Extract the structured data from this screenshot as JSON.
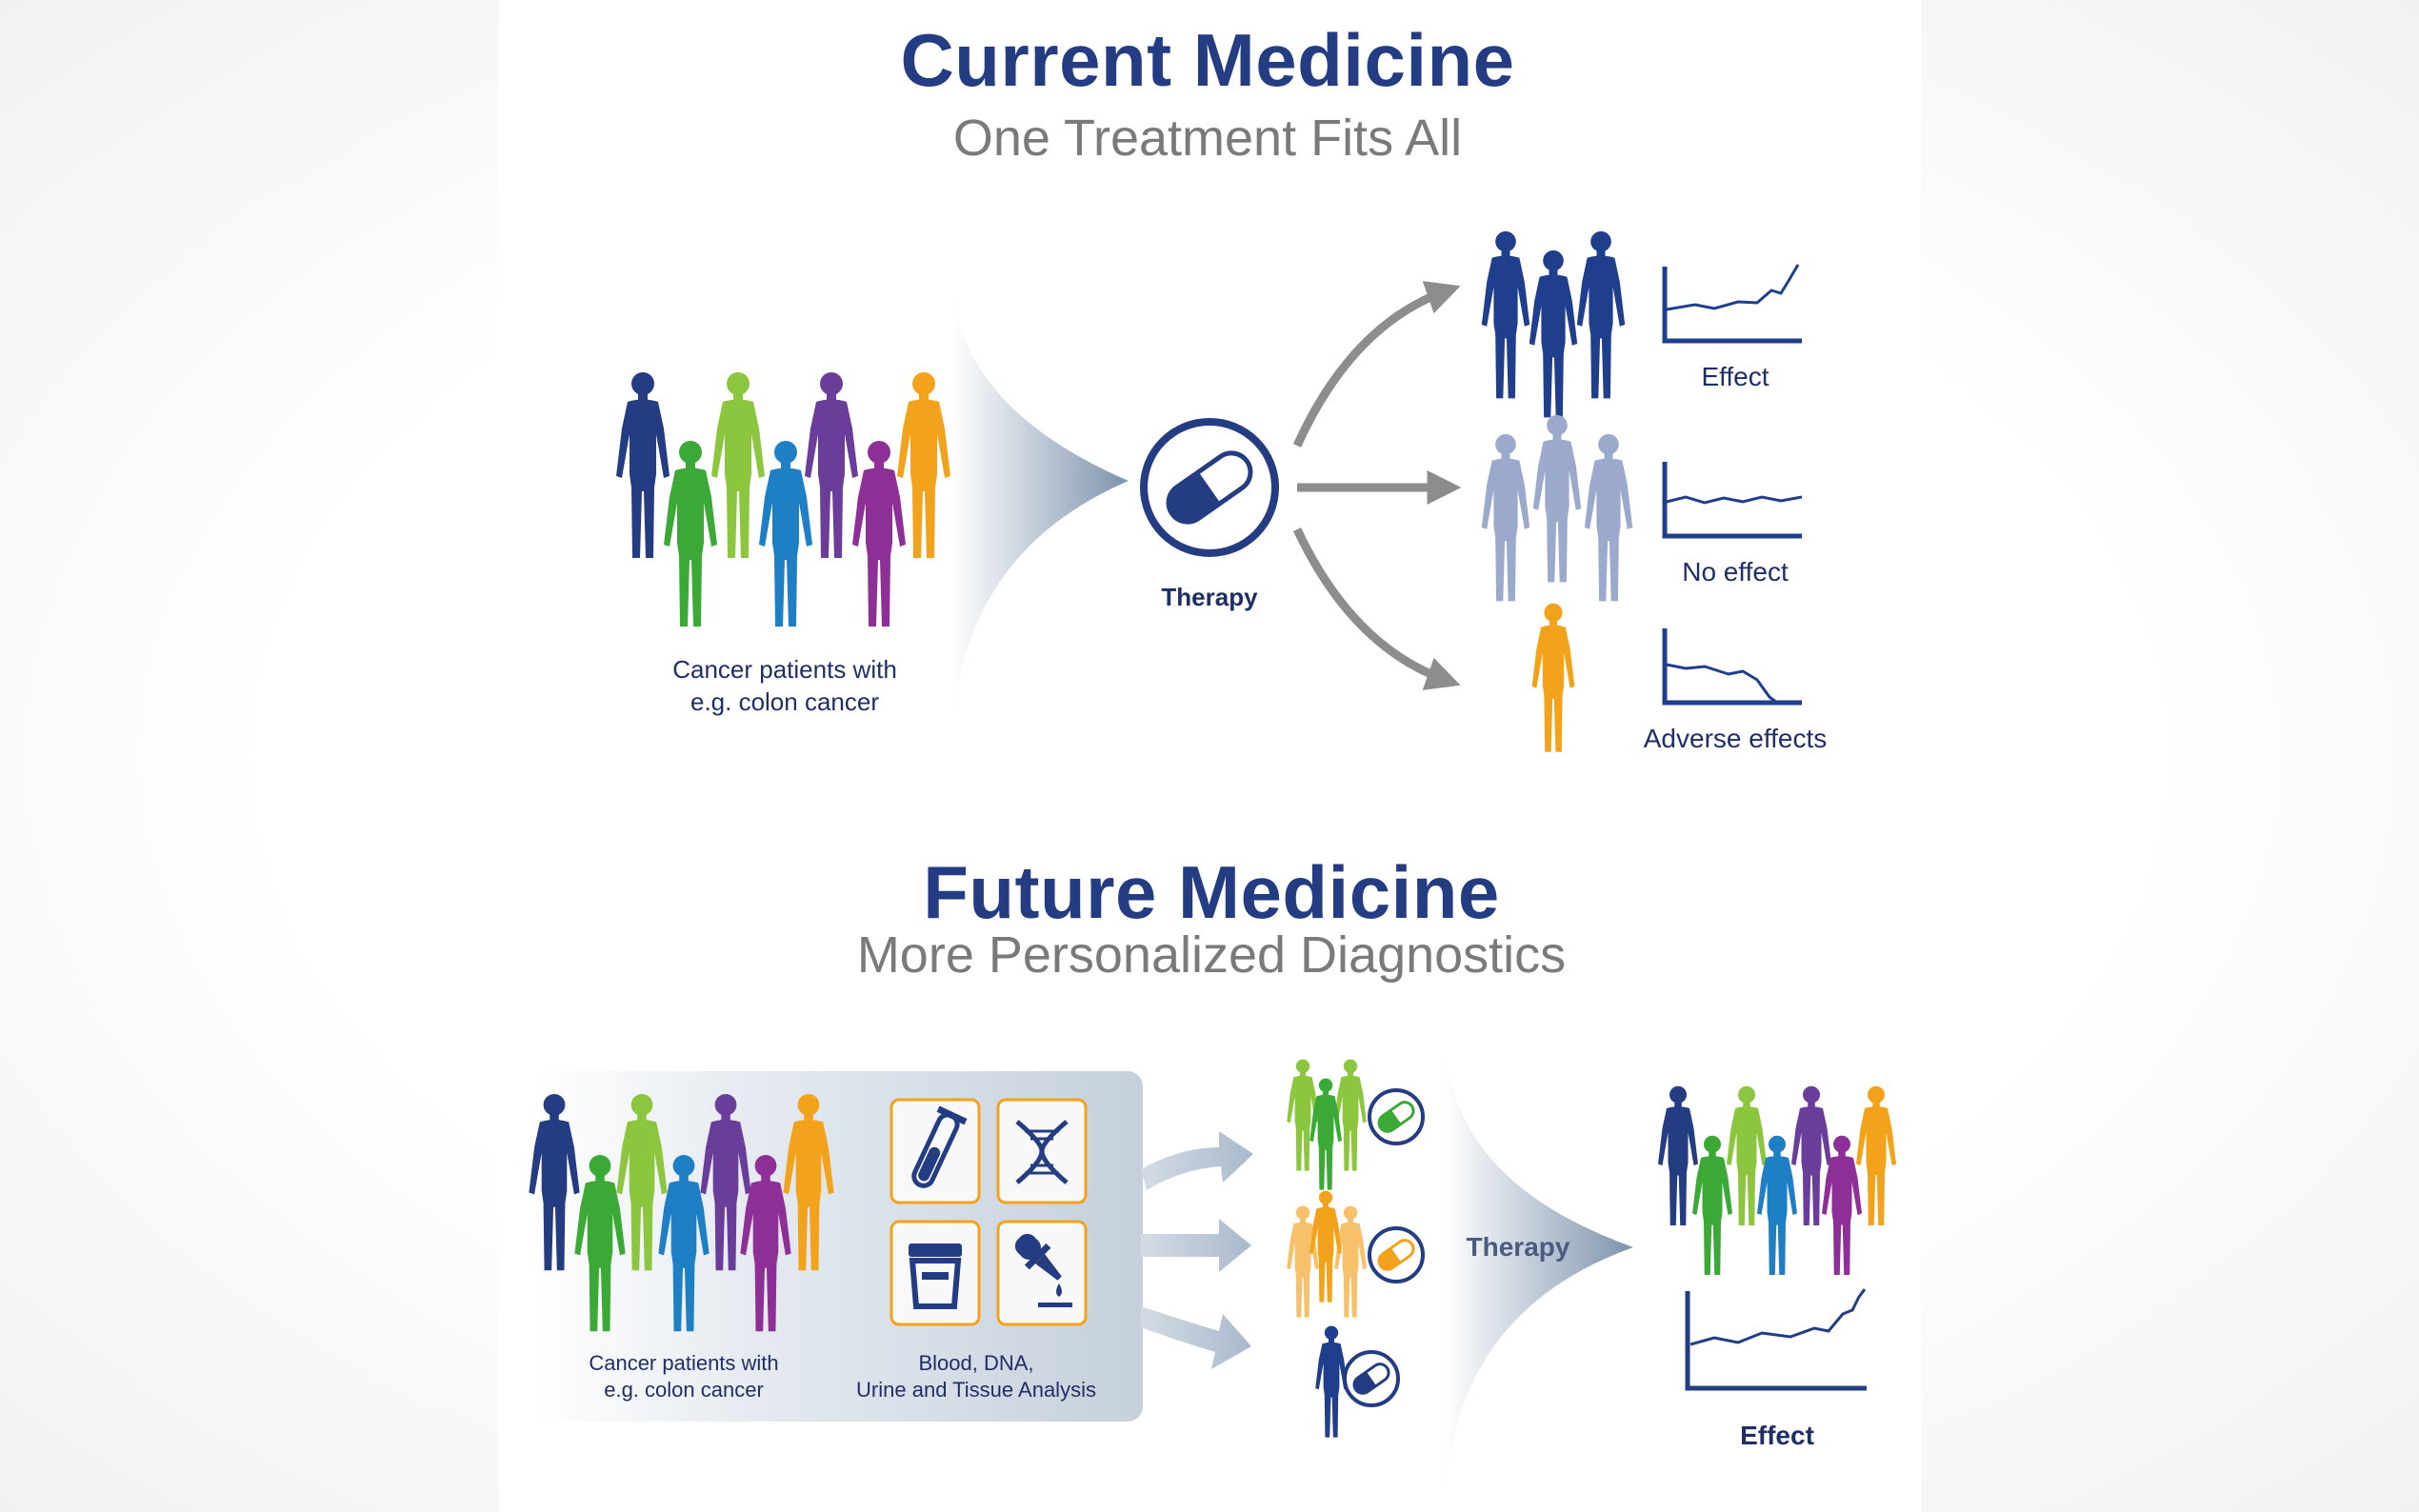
{
  "current": {
    "title": "Current Medicine",
    "subtitle": "One Treatment Fits All",
    "patients_label_line1": "Cancer patients with",
    "patients_label_line2": "e.g. colon cancer",
    "therapy_label": "Therapy",
    "outcomes": [
      {
        "label": "Effect",
        "color": "#1f3f8c"
      },
      {
        "label": "No effect",
        "color": "#9ba9cc"
      },
      {
        "label": "Adverse effects",
        "color": "#f2a31b"
      }
    ]
  },
  "future": {
    "title": "Future Medicine",
    "subtitle": "More Personalized Diagnostics",
    "patients_label_line1": "Cancer patients with",
    "patients_label_line2": "e.g. colon cancer",
    "analysis_label_line1": "Blood, DNA,",
    "analysis_label_line2": "Urine and Tissue Analysis",
    "therapy_label": "Therapy",
    "effect_label": "Effect",
    "analysis_icons": [
      "test-tube-icon",
      "dna-icon",
      "urine-container-icon",
      "dropper-icon"
    ]
  },
  "colors": {
    "navy": "#1f3f8c",
    "dark_navy": "#233c82",
    "purple": "#6a3d9a",
    "green": "#3aa935",
    "light_green": "#8cc63f",
    "blue": "#1f7fc4",
    "violet": "#8e2f97",
    "orange": "#f2a31b",
    "gray_figure": "#9ba9cc",
    "pale_orange": "#f7c06b",
    "arrow_gray": "#8d8d8d"
  }
}
